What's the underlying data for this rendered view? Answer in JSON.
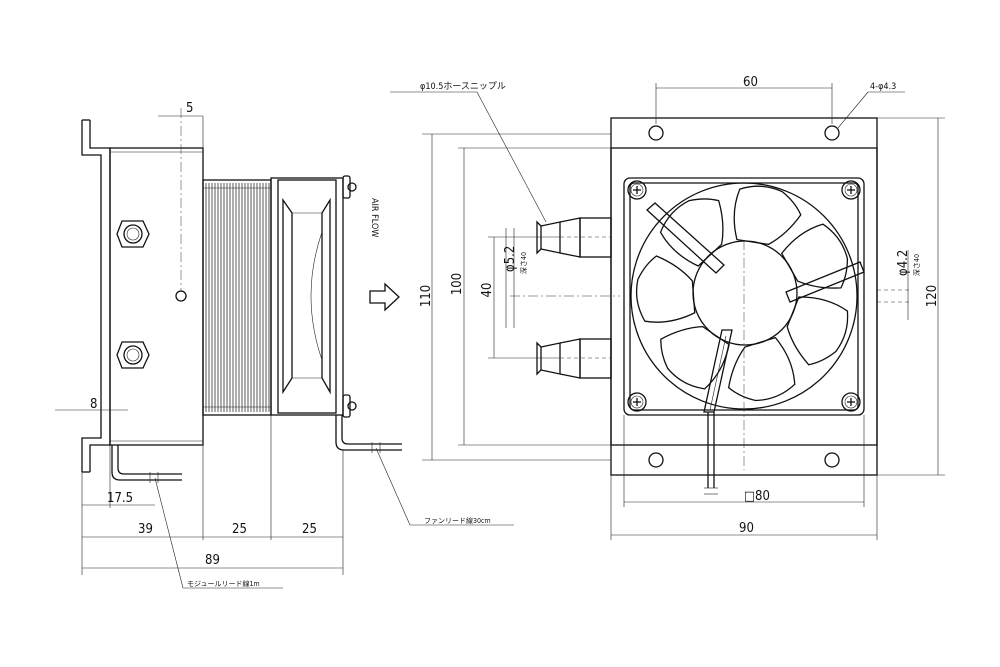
{
  "drawing": {
    "side_view": {
      "airflow_label": "AIR FLOW",
      "dims": {
        "top_offset": "5",
        "flange_thickness": "8",
        "bracket_offset": "17.5",
        "block_depth": "39",
        "heatsink_depth": "25",
        "fan_depth": "25",
        "overall_depth": "89"
      },
      "module_lead_note": "モジュールリード線1m",
      "fan_lead_note": "ファンリード線30cm"
    },
    "front_view": {
      "dims": {
        "hole_pitch": "60",
        "mount_holes": "4-φ4.3",
        "hose_nipple": "φ10.5ホースニップル",
        "nipple_dia": "φ5.2",
        "nipple_depth": "深さ40",
        "port_pitch": "40",
        "inner_height": "100",
        "plate_height": "110",
        "fan_width": "□80",
        "plate_width": "90",
        "hole_dia": "φ4.2",
        "hole_depth": "深さ40",
        "overall_height": "120"
      }
    },
    "flow_arrow": "arrow-right"
  }
}
